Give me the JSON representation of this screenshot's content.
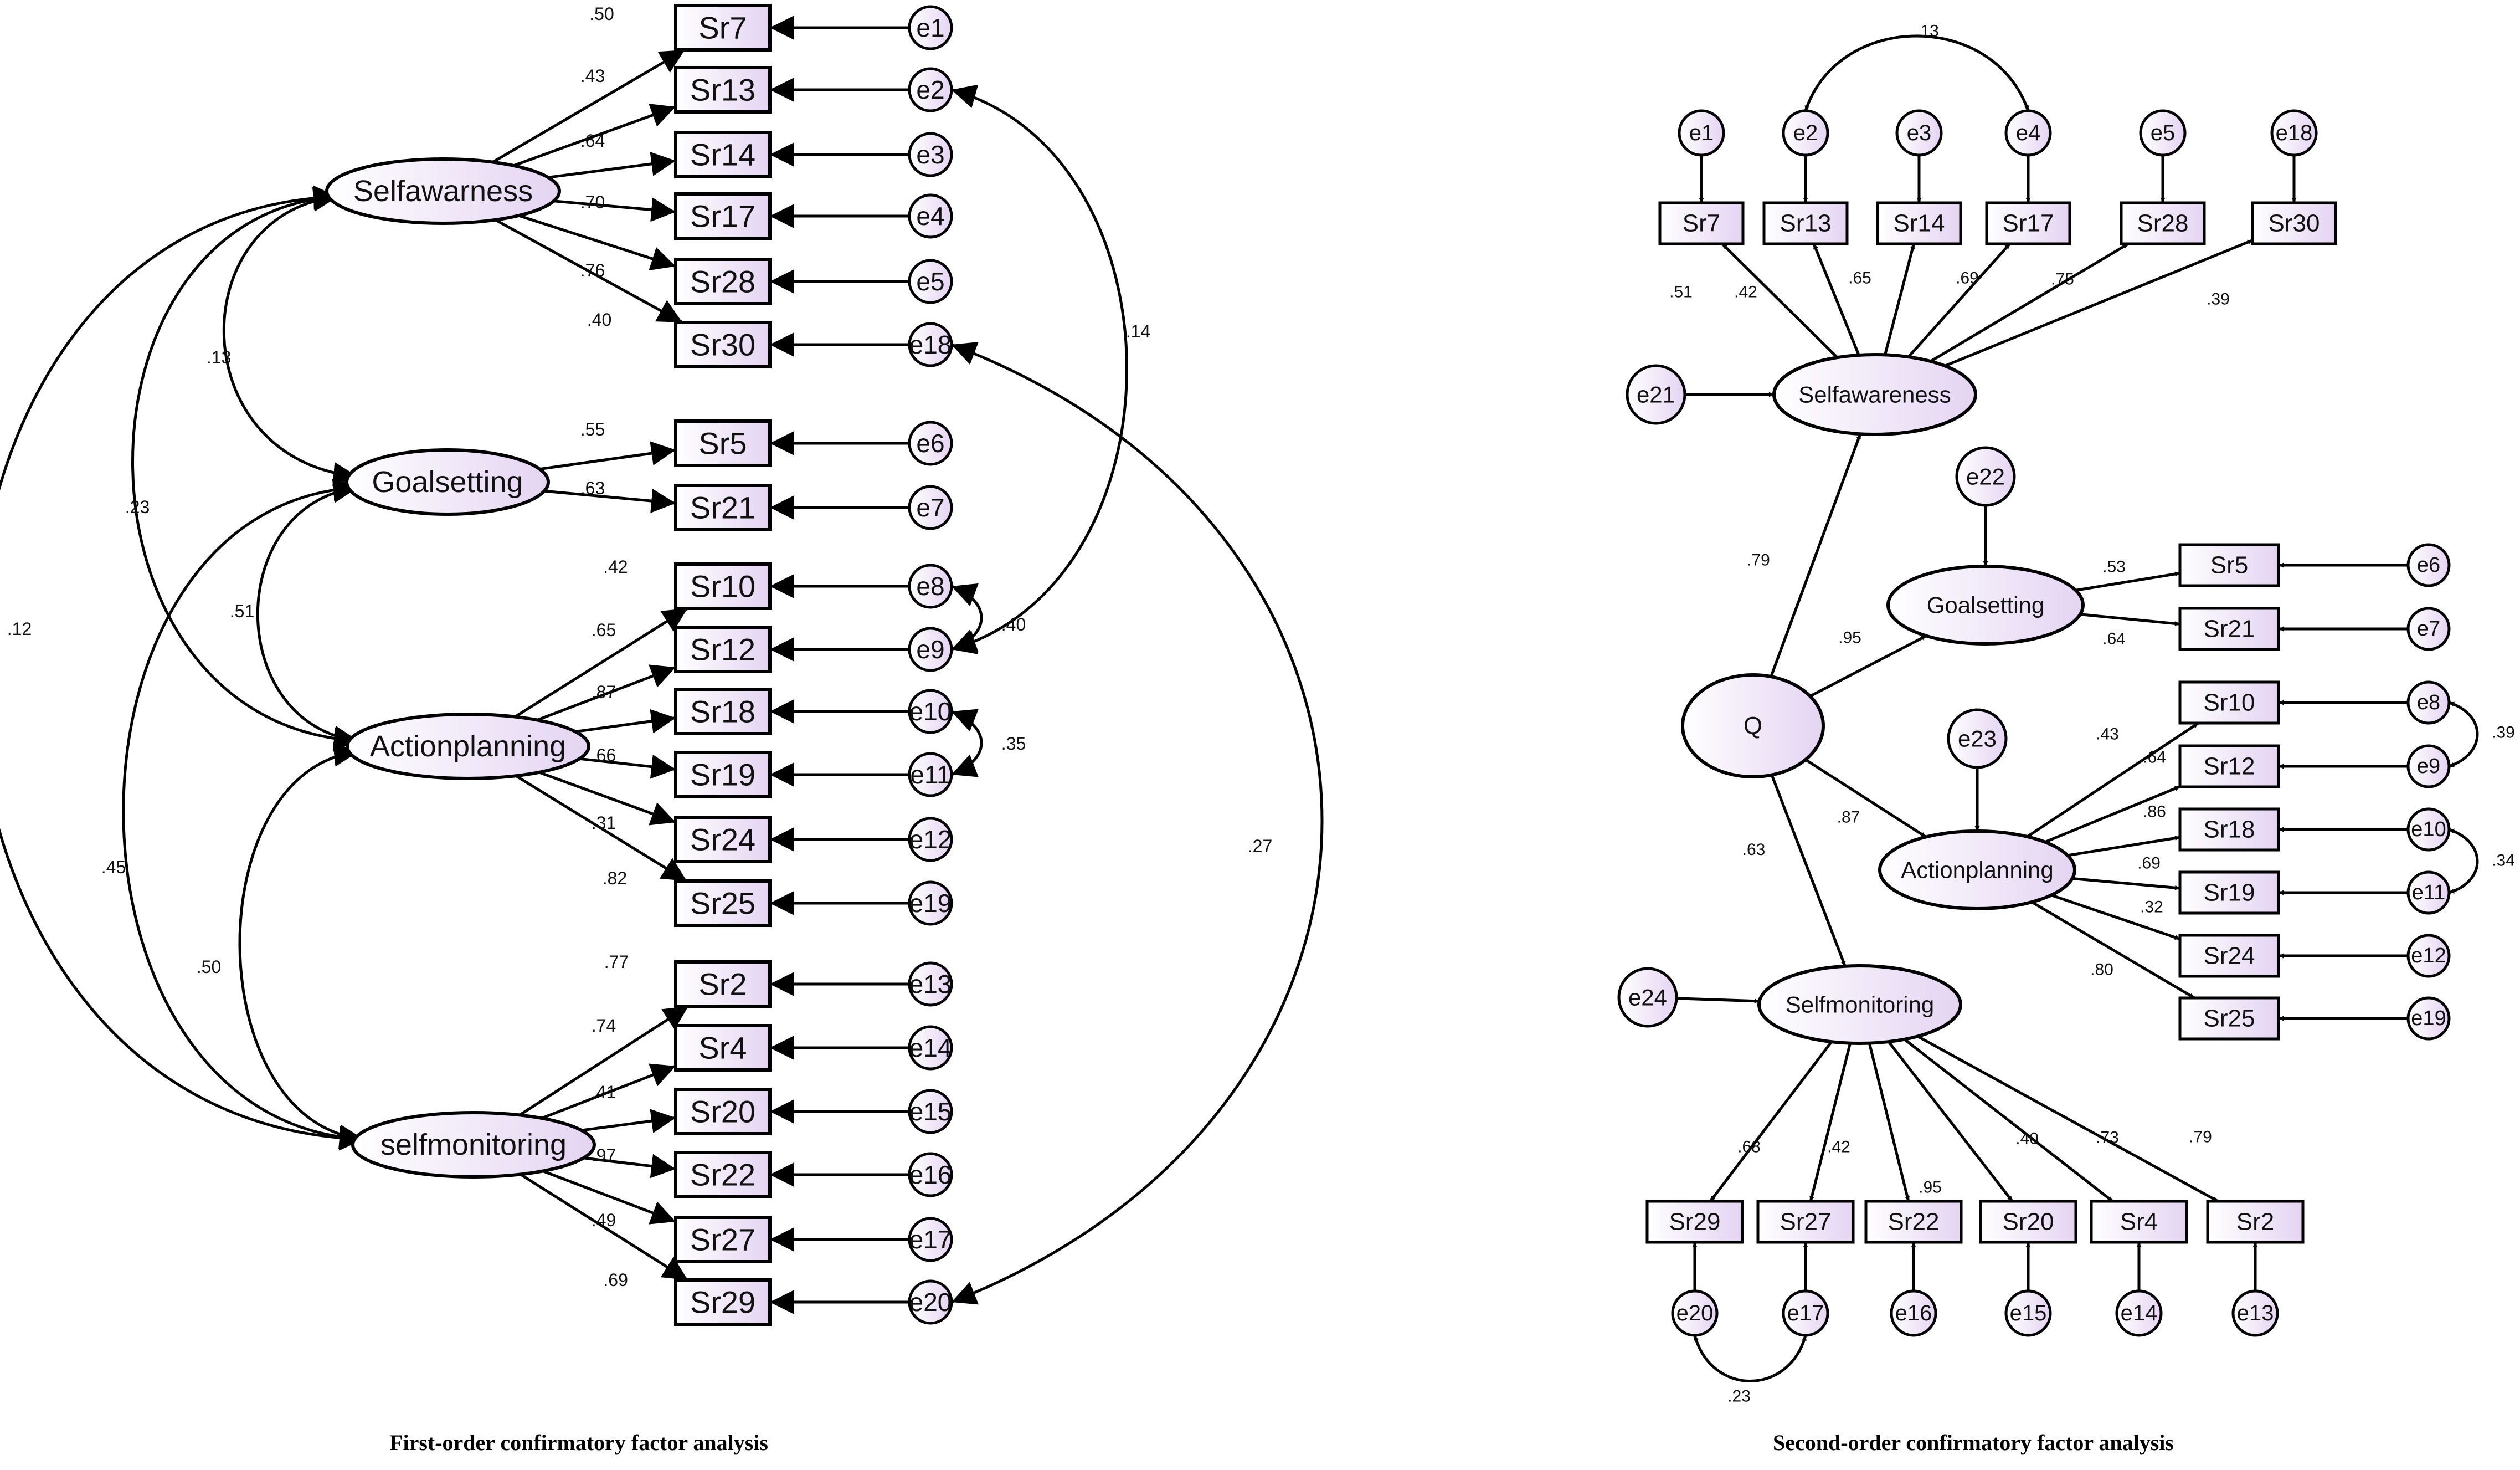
{
  "captions": {
    "first": "First-order confirmatory factor analysis",
    "second": "Second-order confirmatory factor analysis"
  },
  "colors": {
    "node_fill": "#ece2f5",
    "stroke": "#000000",
    "background": "#ffffff"
  },
  "first_order": {
    "factors": [
      {
        "name": "Selfawarness"
      },
      {
        "name": "Goalsetting"
      },
      {
        "name": "Actionplanning"
      },
      {
        "name": "selfmonitoring"
      }
    ],
    "indicators": [
      {
        "item": "Sr7",
        "error": "e1",
        "loading": ".50",
        "factor": 0
      },
      {
        "item": "Sr13",
        "error": "e2",
        "loading": ".43",
        "factor": 0
      },
      {
        "item": "Sr14",
        "error": "e3",
        "loading": ".64",
        "factor": 0
      },
      {
        "item": "Sr17",
        "error": "e4",
        "loading": ".70",
        "factor": 0
      },
      {
        "item": "Sr28",
        "error": "e5",
        "loading": ".76",
        "factor": 0
      },
      {
        "item": "Sr30",
        "error": "e18",
        "loading": ".40",
        "factor": 0
      },
      {
        "item": "Sr5",
        "error": "e6",
        "loading": ".55",
        "factor": 1
      },
      {
        "item": "Sr21",
        "error": "e7",
        "loading": ".63",
        "factor": 1
      },
      {
        "item": "Sr10",
        "error": "e8",
        "loading": ".42",
        "factor": 2
      },
      {
        "item": "Sr12",
        "error": "e9",
        "loading": ".65",
        "factor": 2
      },
      {
        "item": "Sr18",
        "error": "e10",
        "loading": ".87",
        "factor": 2
      },
      {
        "item": "Sr19",
        "error": "e11",
        "loading": ".66",
        "factor": 2
      },
      {
        "item": "Sr24",
        "error": "e12",
        "loading": ".31",
        "factor": 2
      },
      {
        "item": "Sr25",
        "error": "e19",
        "loading": ".82",
        "factor": 2
      },
      {
        "item": "Sr2",
        "error": "e13",
        "loading": ".77",
        "factor": 3
      },
      {
        "item": "Sr4",
        "error": "e14",
        "loading": ".74",
        "factor": 3
      },
      {
        "item": "Sr20",
        "error": "e15",
        "loading": ".41",
        "factor": 3
      },
      {
        "item": "Sr22",
        "error": "e16",
        "loading": ".97",
        "factor": 3
      },
      {
        "item": "Sr27",
        "error": "e17",
        "loading": ".49",
        "factor": 3
      },
      {
        "item": "Sr29",
        "error": "e20",
        "loading": ".69",
        "factor": 3
      }
    ],
    "factor_covariances": [
      {
        "a": "Selfawarness",
        "b": "Goalsetting",
        "value": ".13"
      },
      {
        "a": "Selfawarness",
        "b": "Actionplanning",
        "value": ".23"
      },
      {
        "a": "Selfawarness",
        "b": "selfmonitoring",
        "value": ".12"
      },
      {
        "a": "Goalsetting",
        "b": "Actionplanning",
        "value": ".51"
      },
      {
        "a": "Goalsetting",
        "b": "selfmonitoring",
        "value": ".45"
      },
      {
        "a": "Actionplanning",
        "b": "selfmonitoring",
        "value": ".50"
      }
    ],
    "error_covariances": [
      {
        "a": "e2",
        "b": "e9",
        "value": ".14"
      },
      {
        "a": "e8",
        "b": "e9",
        "value": ".40"
      },
      {
        "a": "e10",
        "b": "e11",
        "value": ".35"
      },
      {
        "a": "e18",
        "b": "e20",
        "value": ".27"
      }
    ]
  },
  "second_order": {
    "higher_factor": "Q",
    "factors": [
      {
        "name": "Selfawareness",
        "disturbance": "e21",
        "loading": ".79"
      },
      {
        "name": "Goalsetting",
        "disturbance": "e22",
        "loading": ".95"
      },
      {
        "name": "Actionplanning",
        "disturbance": "e23",
        "loading": ".87"
      },
      {
        "name": "Selfmonitoring",
        "disturbance": "e24",
        "loading": ".63"
      }
    ],
    "selfawareness_items": [
      {
        "item": "Sr7",
        "error": "e1",
        "loading": ".51"
      },
      {
        "item": "Sr13",
        "error": "e2",
        "loading": ".42"
      },
      {
        "item": "Sr14",
        "error": "e3",
        "loading": ".65"
      },
      {
        "item": "Sr17",
        "error": "e4",
        "loading": ".69"
      },
      {
        "item": "Sr28",
        "error": "e5",
        "loading": ".75"
      },
      {
        "item": "Sr30",
        "error": "e18",
        "loading": ".39"
      }
    ],
    "goalsetting_items": [
      {
        "item": "Sr5",
        "error": "e6",
        "loading": ".53"
      },
      {
        "item": "Sr21",
        "error": "e7",
        "loading": ".64"
      }
    ],
    "actionplanning_items": [
      {
        "item": "Sr10",
        "error": "e8",
        "loading": ".43"
      },
      {
        "item": "Sr12",
        "error": "e9",
        "loading": ".64"
      },
      {
        "item": "Sr18",
        "error": "e10",
        "loading": ".86"
      },
      {
        "item": "Sr19",
        "error": "e11",
        "loading": ".69"
      },
      {
        "item": "Sr24",
        "error": "e12",
        "loading": ".32"
      },
      {
        "item": "Sr25",
        "error": "e19",
        "loading": ".80"
      }
    ],
    "selfmonitoring_items": [
      {
        "item": "Sr29",
        "error": "e20",
        "loading": ".68"
      },
      {
        "item": "Sr27",
        "error": "e17",
        "loading": ".42"
      },
      {
        "item": "Sr22",
        "error": "e16",
        "loading": ".95"
      },
      {
        "item": "Sr20",
        "error": "e15",
        "loading": ".40"
      },
      {
        "item": "Sr4",
        "error": "e14",
        "loading": ".73"
      },
      {
        "item": "Sr2",
        "error": "e13",
        "loading": ".79"
      }
    ],
    "error_covariances": [
      {
        "a": "e2",
        "b": "e4",
        "value": ".13"
      },
      {
        "a": "e8",
        "b": "e9",
        "value": ".39"
      },
      {
        "a": "e10",
        "b": "e11",
        "value": ".34"
      },
      {
        "a": "e20",
        "b": "e17",
        "value": ".23"
      }
    ]
  }
}
